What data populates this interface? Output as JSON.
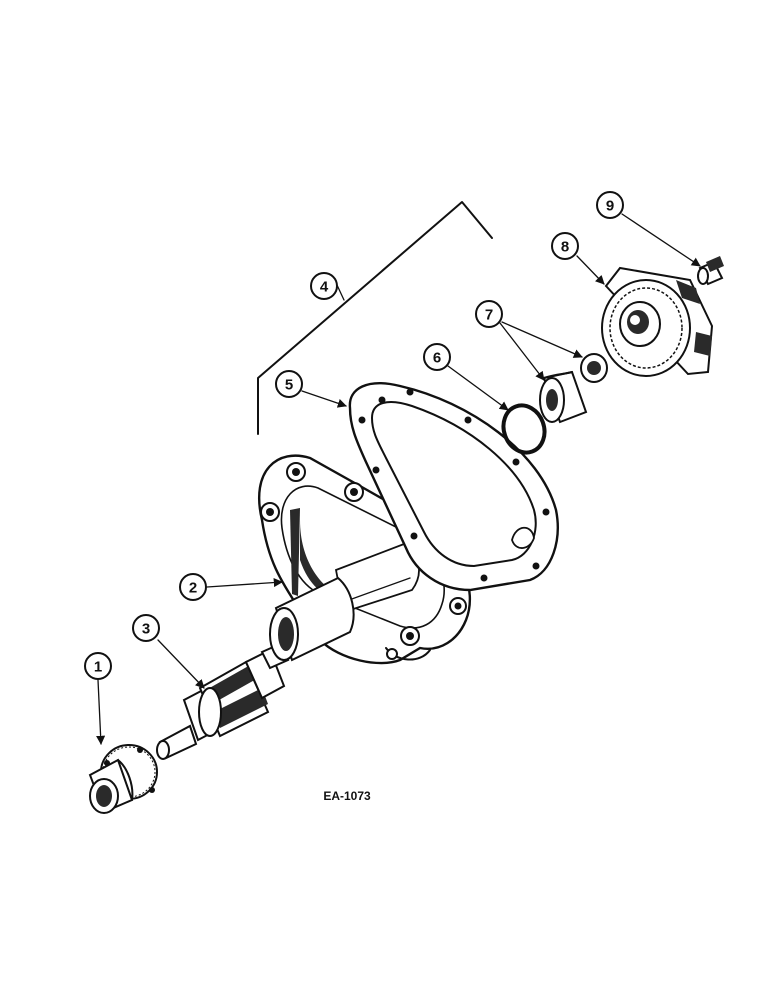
{
  "figure": {
    "reference_code": "EA-1073",
    "callouts": [
      "1",
      "2",
      "3",
      "4",
      "5",
      "6",
      "7",
      "8",
      "9"
    ]
  }
}
